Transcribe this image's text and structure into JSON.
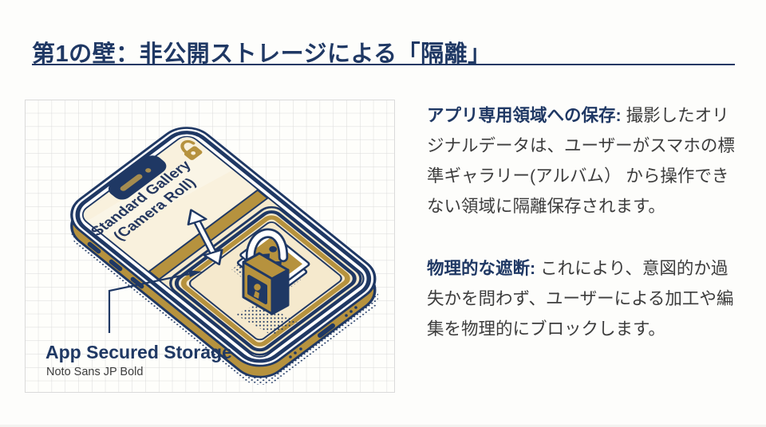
{
  "slide": {
    "title": "第1の壁：非公開ストレージによる「隔離」",
    "illustration": {
      "gallery_label_line1": "Standard Gallery",
      "gallery_label_line2": "(Camera Roll)",
      "callout_heading": "App Secured Storage",
      "callout_subheading": "Noto Sans JP Bold"
    },
    "paragraphs": [
      {
        "lead": "アプリ専用領域への保存:",
        "body": "撮影したオリジナルデータは、ユーザーがスマホの標準ギャラリー(アルバム） から操作できない領域に隔離保存されます。"
      },
      {
        "lead": "物理的な遮断:",
        "body": "これにより、意図的か過失かを問わず、ユーザーによる加工や編集を物理的にブロックします。"
      }
    ],
    "colors": {
      "navy": "#1f3864",
      "gold": "#b6923e",
      "cream": "#f5e9cd",
      "body_text": "#3c3c3c"
    }
  }
}
